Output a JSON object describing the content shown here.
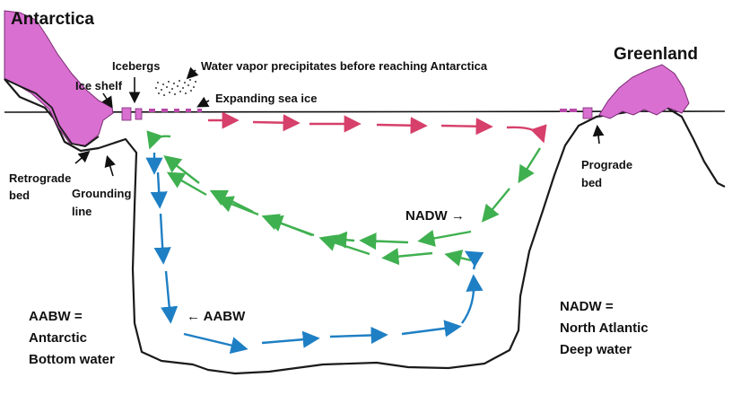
{
  "labels": {
    "antarctica": "Antarctica",
    "greenland": "Greenland",
    "icebergs": "Icebergs",
    "ice_shelf": "Ice shelf",
    "water_vapor": "Water vapor precipitates before reaching Antarctica",
    "expanding_sea_ice": "Expanding sea ice",
    "retrograde_bed_1": "Retrograde",
    "retrograde_bed_2": "bed",
    "grounding_line_1": "Grounding",
    "grounding_line_2": "line",
    "prograde_bed_1": "Prograde",
    "prograde_bed_2": "bed",
    "nadw_arrow_label": "NADW →",
    "aabw_arrow_label": "← AABW",
    "aabw_def_1": "AABW =",
    "aabw_def_2": "Antarctic",
    "aabw_def_3": "Bottom water",
    "nadw_def_1": "NADW =",
    "nadw_def_2": "North Atlantic",
    "nadw_def_3": "Deep water"
  },
  "colors": {
    "ice": "#d96fd0",
    "surface_flow": "#d6406a",
    "nadw": "#3fb04f",
    "aabw": "#1e7fc4",
    "terrain": "#1a1a1a"
  }
}
